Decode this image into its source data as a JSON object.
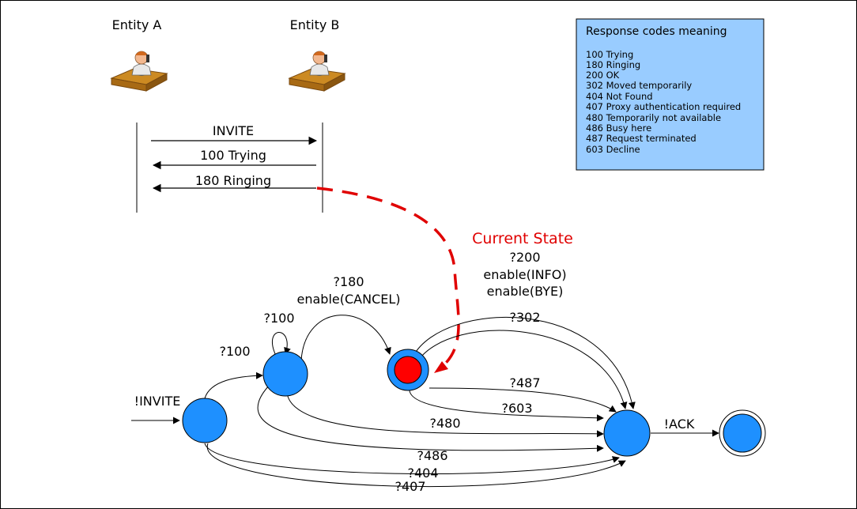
{
  "entities": {
    "a": "Entity A",
    "b": "Entity B"
  },
  "sequence": {
    "msg1": "INVITE",
    "msg2": "100 Trying",
    "msg3": "180 Ringing"
  },
  "legend": {
    "title": "Response codes meaning",
    "items": [
      "100 Trying",
      "180 Ringing",
      "200 OK",
      "302 Moved temporarily",
      "404 Not Found",
      "407 Proxy authentication required",
      "480 Temporarily not available",
      "486 Busy here",
      "487 Request terminated",
      "603 Decline"
    ]
  },
  "current_state_label": "Current State",
  "transitions": {
    "invite": "!INVITE",
    "t100a": "?100",
    "t100b": "?100",
    "t180_line1": "?180",
    "t180_line2": "enable(CANCEL)",
    "t200_line1": "?200",
    "t200_line2": "enable(INFO)",
    "t200_line3": "enable(BYE)",
    "t302": "?302",
    "t487": "?487",
    "t603": "?603",
    "t480": "?480",
    "t486": "?486",
    "t404": "?404",
    "t407": "?407",
    "ack": "!ACK"
  },
  "colors": {
    "state_fill": "#1e90ff",
    "current_inner": "#ff0000",
    "legend_bg": "#99ccff",
    "current_arrow": "#e00000",
    "desk": "#cc8a22",
    "person_shirt": "#e8e8e8"
  }
}
